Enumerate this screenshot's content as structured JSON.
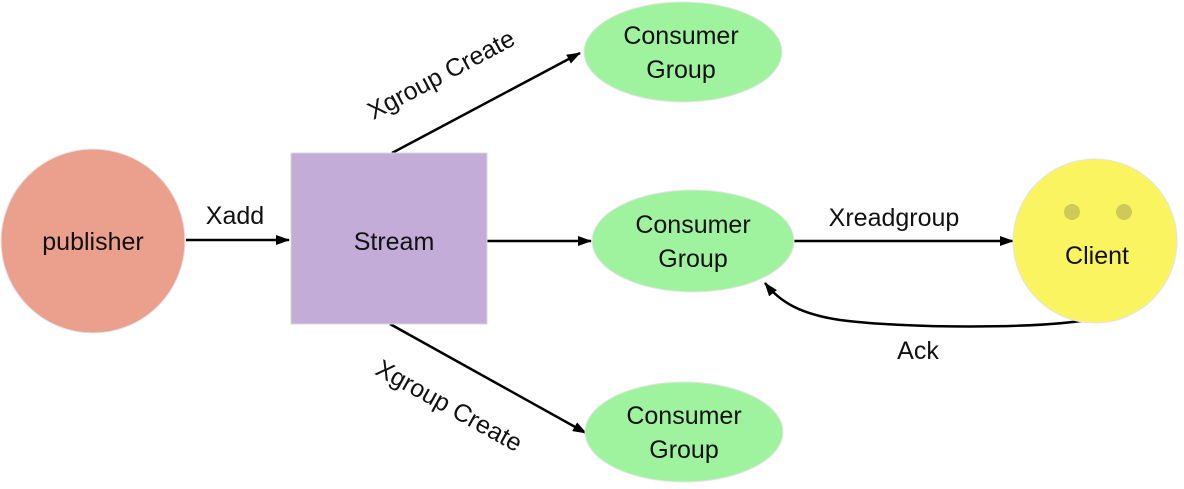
{
  "colors": {
    "publisher": "#EBA08E",
    "stream": "#C4ACD9",
    "consumer_group": "#A0F39E",
    "client": "#FAF461",
    "client_eye": "#CFC95A",
    "node_stroke": "#E4E4E4",
    "arrow": "#000000"
  },
  "nodes": {
    "publisher": {
      "label": "publisher"
    },
    "stream": {
      "label": "Stream"
    },
    "consumer_group_top": {
      "line1": "Consumer",
      "line2": "Group"
    },
    "consumer_group_middle": {
      "line1": "Consumer",
      "line2": "Group"
    },
    "consumer_group_bottom": {
      "line1": "Consumer",
      "line2": "Group"
    },
    "client": {
      "label": "Client"
    }
  },
  "edges": {
    "xadd": {
      "label": "Xadd"
    },
    "xgroup_create_top": {
      "label": "Xgroup Create"
    },
    "xgroup_create_bottom": {
      "label": "Xgroup Create"
    },
    "xreadgroup": {
      "label": "Xreadgroup"
    },
    "ack": {
      "label": "Ack"
    }
  }
}
